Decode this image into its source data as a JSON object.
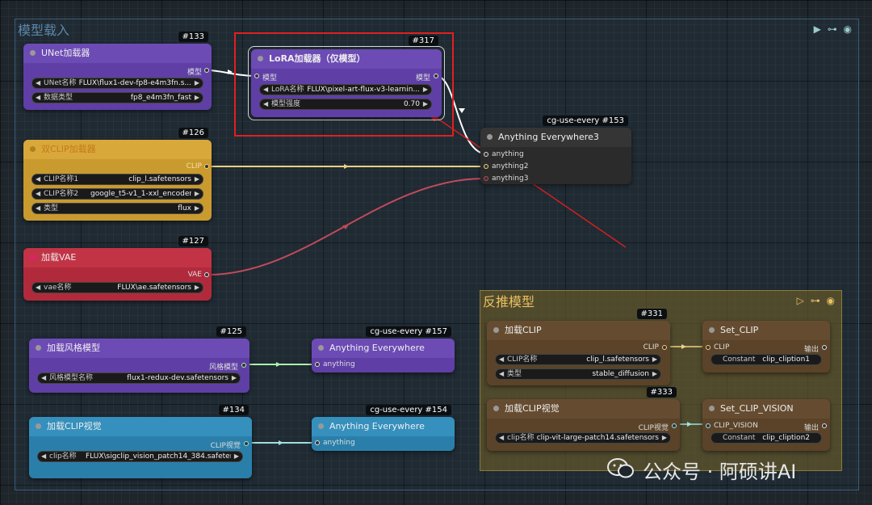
{
  "groups": {
    "model_load": {
      "title": "模型载入",
      "icons": "▶ ⊶ ◉"
    },
    "reverse": {
      "title": "反推模型",
      "icons": "▷ ⊶ ◉"
    }
  },
  "nodes": {
    "unet": {
      "id": "#133",
      "title": "UNet加载器",
      "output": "模型",
      "w1": {
        "label": "UNet名称",
        "value": "FLUX\\flux1-dev-fp8-e4m3fn.s..."
      },
      "w2": {
        "label": "数据类型",
        "value": "fp8_e4m3fn_fast"
      }
    },
    "lora": {
      "id": "#317",
      "title": "LoRA加载器（仅模型）",
      "input": "模型",
      "output": "模型",
      "w1": {
        "label": "LoRA名称",
        "value": "FLUX\\pixel-art-flux-v3-learnin..."
      },
      "w2": {
        "label": "模型强度",
        "value": "0.70"
      }
    },
    "clip_dual": {
      "id": "#126",
      "title": "双CLIP加载器",
      "output": "CLIP",
      "w1": {
        "label": "CLIP名称1",
        "value": "clip_l.safetensors"
      },
      "w2": {
        "label": "CLIP名称2",
        "value": "google_t5-v1_1-xxl_encoder..."
      },
      "w3": {
        "label": "类型",
        "value": "flux"
      }
    },
    "ae3": {
      "id": "#153",
      "badge": "cg-use-every",
      "title": "Anything Everywhere3",
      "in1": "anything",
      "in2": "anything2",
      "in3": "anything3"
    },
    "vae": {
      "id": "#127",
      "title": "加载VAE",
      "output": "VAE",
      "w1": {
        "label": "vae名称",
        "value": "FLUX\\ae.safetensors"
      }
    },
    "style": {
      "id": "#125",
      "title": "加载风格模型",
      "output": "风格模型",
      "w1": {
        "label": "风格模型名称",
        "value": "flux1-redux-dev.safetensors"
      }
    },
    "ae_style": {
      "id": "#157",
      "badge": "cg-use-every",
      "title": "Anything Everywhere",
      "in1": "anything"
    },
    "clipvis": {
      "id": "#134",
      "title": "加载CLIP视觉",
      "output": "CLIP视觉",
      "w1": {
        "label": "clip名称",
        "value": "FLUX\\sigclip_vision_patch14_384.safeten..."
      }
    },
    "ae_vis": {
      "id": "#154",
      "badge": "cg-use-every",
      "title": "Anything Everywhere",
      "in1": "anything"
    },
    "clip331": {
      "id": "#331",
      "title": "加载CLIP",
      "output": "CLIP",
      "w1": {
        "label": "CLIP名称",
        "value": "clip_l.safetensors"
      },
      "w2": {
        "label": "类型",
        "value": "stable_diffusion"
      }
    },
    "setclip": {
      "title": "Set_CLIP",
      "input": "CLIP",
      "output": "输出",
      "w1": {
        "label": "Constant",
        "value": "clip_cliption1"
      }
    },
    "clipvis333": {
      "id": "#333",
      "title": "加载CLIP视觉",
      "output": "CLIP视觉",
      "w1": {
        "label": "clip名称",
        "value": "clip-vit-large-patch14.safetensors"
      }
    },
    "setclipvis": {
      "title": "Set_CLIP_VISION",
      "input": "CLIP_VISION",
      "output": "输出",
      "w1": {
        "label": "Constant",
        "value": "clip_cliption2"
      }
    }
  },
  "watermark": "公众号 · 阿硕讲AI",
  "colors": {
    "highlight": "#e02020",
    "wire_model": "#ffffff",
    "wire_clip": "#f0d080",
    "wire_vae": "#c04a5a",
    "wire_style": "#b0f0b0",
    "wire_vision": "#a0e0e0"
  }
}
